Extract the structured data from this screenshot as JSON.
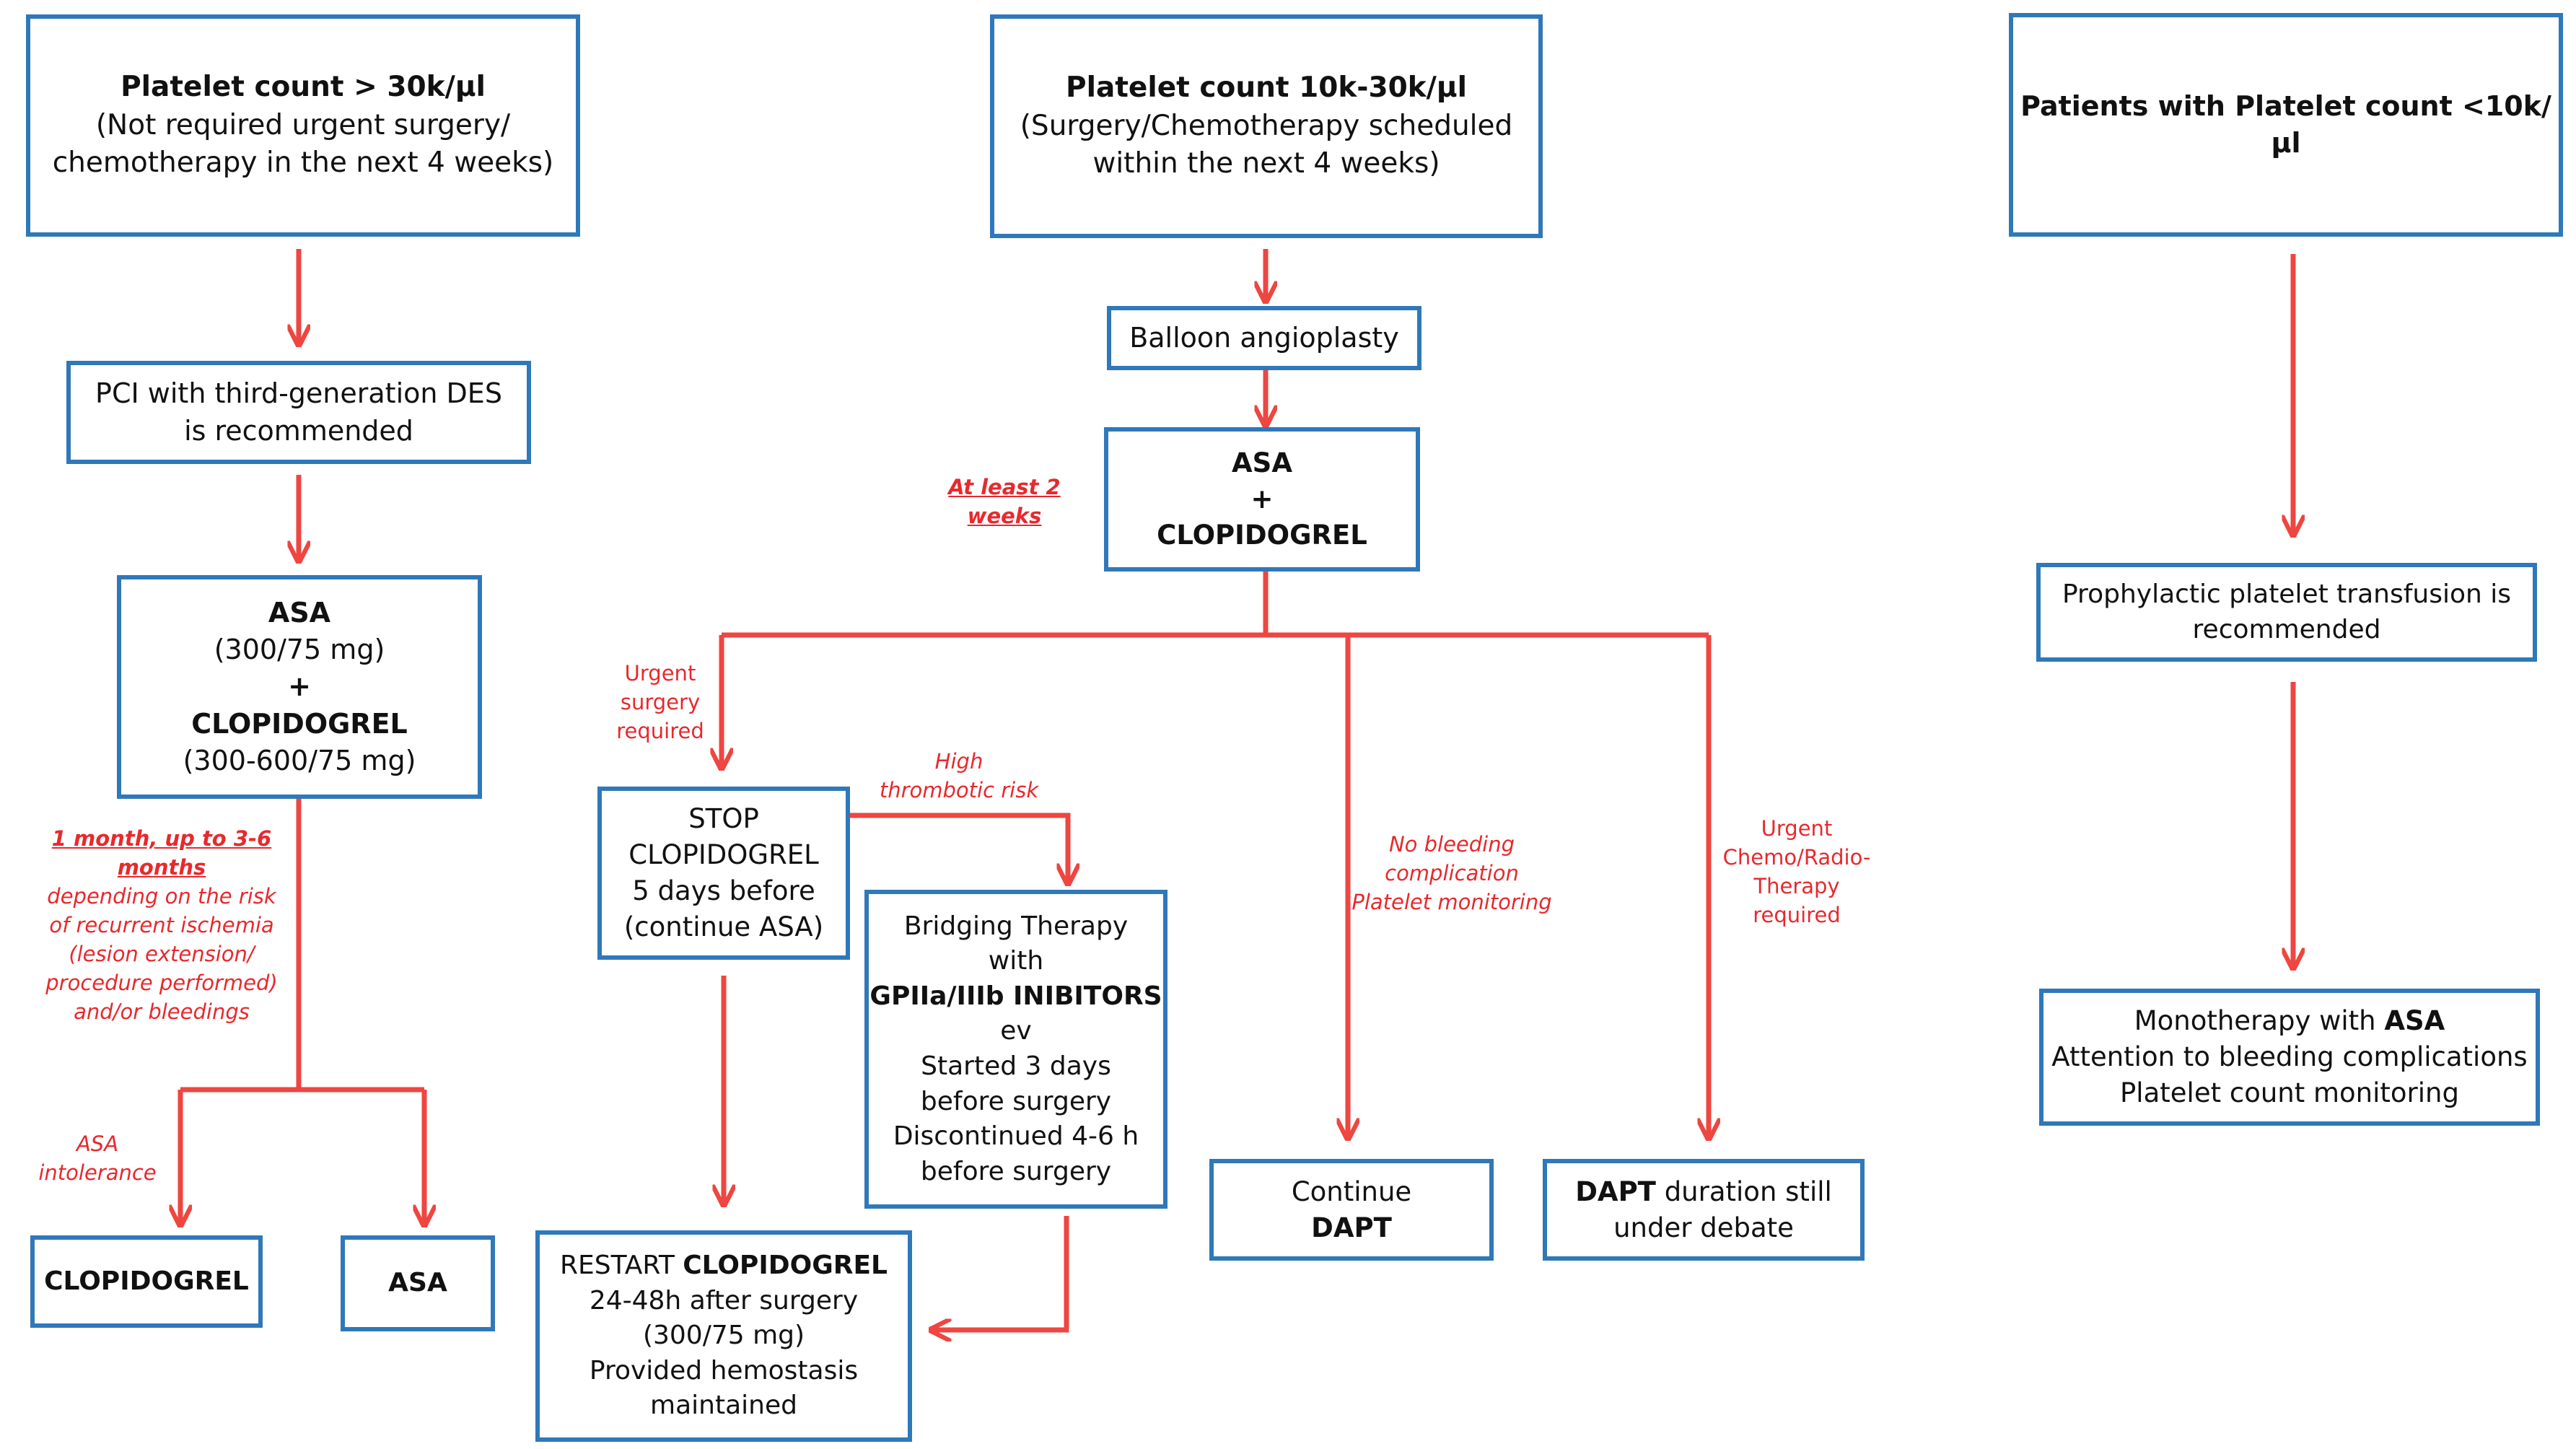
{
  "colors": {
    "box_border": "#2f78b9",
    "arrow": "#ee4640",
    "label_text": "#e8292d"
  },
  "boxes": {
    "high_plt": {
      "title": "Platelet count > 30k/µl",
      "l1": "(Not required urgent  surgery/",
      "l2": "chemotherapy in the next 4 weeks)"
    },
    "mid_plt": {
      "title": "Platelet count 10k-30k/µl",
      "l1": "(Surgery/Chemotherapy scheduled",
      "l2": "within the next 4 weeks)"
    },
    "low_plt": {
      "title": "Patients with Platelet count <10k/µl"
    },
    "pci": {
      "l1": "PCI with third-generation DES",
      "l2": "is recommended"
    },
    "asa_clop_left": {
      "l1": "ASA",
      "l2": "(300/75 mg)",
      "l3": "+",
      "l4": "CLOPIDOGREL",
      "l5": "(300-600/75 mg)"
    },
    "clop_only": {
      "label": "CLOPIDOGREL"
    },
    "asa_only": {
      "label": "ASA"
    },
    "balloon": {
      "label": "Balloon angioplasty"
    },
    "asa_clop_mid": {
      "l1": "ASA",
      "l2": "+",
      "l3": "CLOPIDOGREL"
    },
    "stop_clop": {
      "l1": "STOP",
      "l2": "CLOPIDOGREL",
      "l3": "5 days before",
      "l4": "(continue ASA)"
    },
    "bridging": {
      "l1": "Bridging Therapy",
      "l2": "with",
      "l3": "GPIIa/IIIb INIBITORS",
      "l4": "ev",
      "l5": "Started 3 days",
      "l6": "before surgery",
      "l7": "Discontinued 4-6 h",
      "l8": "before surgery"
    },
    "restart": {
      "l1a": "RESTART ",
      "l1b": "CLOPIDOGREL",
      "l2": "24-48h after surgery",
      "l3": "(300/75 mg)",
      "l4": "Provided hemostasis",
      "l5": "maintained"
    },
    "continue_dapt": {
      "l1": "Continue",
      "l2": "DAPT"
    },
    "dapt_debate": {
      "l1a": "DAPT",
      "l1b": " duration still",
      "l2": "under debate"
    },
    "transfusion": {
      "l1": "Prophylactic platelet transfusion is",
      "l2": "recommended"
    },
    "mono": {
      "l1a": "Monotherapy with ",
      "l1b": "ASA",
      "l2": "Attention to bleeding complications",
      "l3": "Platelet count monitoring"
    }
  },
  "labels": {
    "duration_left": {
      "l1": "1 month, up to 3-6",
      "l2": "months",
      "l3": "depending on the risk",
      "l4": "of recurrent ischemia",
      "l5": "(lesion extension/",
      "l6": "procedure performed)",
      "l7": "and/or bleedings"
    },
    "asa_intolerance": {
      "l1": "ASA",
      "l2": "intolerance"
    },
    "at_least_2_weeks": "At least 2 weeks",
    "urgent_surgery": {
      "l1": "Urgent",
      "l2": "surgery",
      "l3": "required"
    },
    "high_thrombotic": {
      "l1": "High",
      "l2": "thrombotic risk"
    },
    "no_bleeding": {
      "l1": "No bleeding",
      "l2": "complication",
      "l3": "Platelet monitoring"
    },
    "urgent_chemo": {
      "l1": "Urgent",
      "l2": "Chemo/Radio-",
      "l3": "Therapy",
      "l4": "required"
    }
  }
}
